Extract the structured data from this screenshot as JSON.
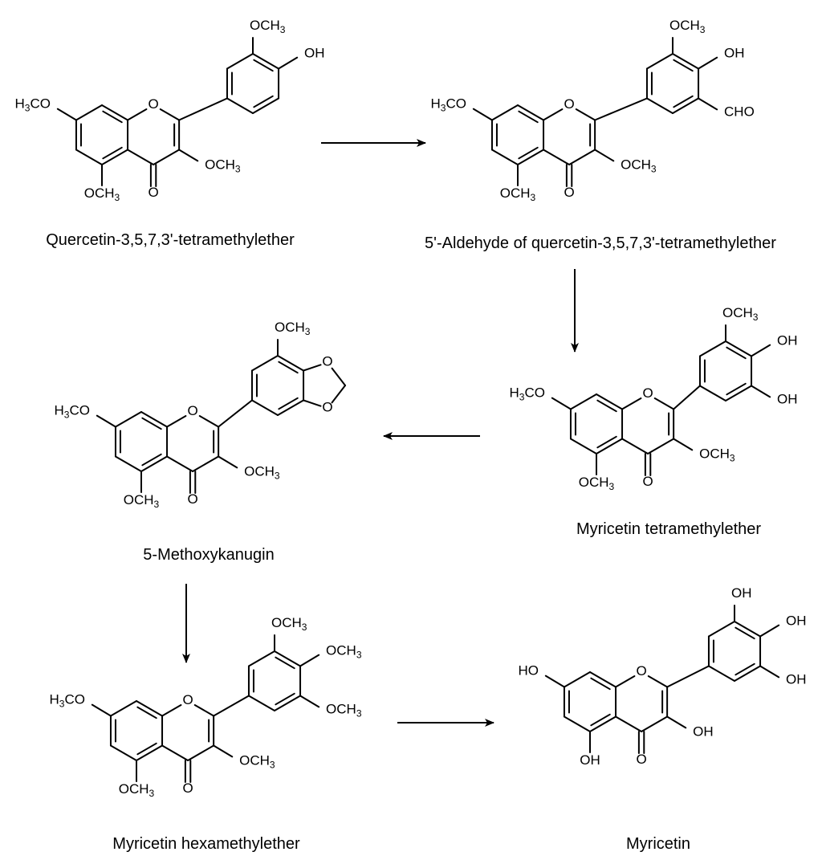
{
  "compounds": [
    {
      "name": "Quercetin-3,5,7,3'-tetramethylether",
      "atom_labels": [
        "H3CO",
        "OCH3",
        "OCH3",
        "O",
        "O",
        "OCH3",
        "OH"
      ]
    },
    {
      "name": "5'-Aldehyde of quercetin-3,5,7,3'-tetramethylether",
      "atom_labels": [
        "H3CO",
        "OCH3",
        "OCH3",
        "O",
        "O",
        "OCH3",
        "OH",
        "CHO"
      ]
    },
    {
      "name": "Myricetin tetramethylether",
      "atom_labels": [
        "H3CO",
        "OCH3",
        "OCH3",
        "O",
        "O",
        "OCH3",
        "OH",
        "OH"
      ]
    },
    {
      "name": "5-Methoxykanugin",
      "atom_labels": [
        "H3CO",
        "OCH3",
        "OCH3",
        "O",
        "O",
        "OCH3",
        "O",
        "O"
      ]
    },
    {
      "name": "Myricetin hexamethylether",
      "atom_labels": [
        "H3CO",
        "OCH3",
        "OCH3",
        "O",
        "O",
        "OCH3",
        "OCH3",
        "OCH3"
      ]
    },
    {
      "name": "Myricetin",
      "atom_labels": [
        "HO",
        "OH",
        "OH",
        "O",
        "O",
        "OH",
        "OH",
        "OH"
      ]
    }
  ],
  "reaction_steps": [
    {
      "from": "Quercetin-3,5,7,3'-tetramethylether",
      "to": "5'-Aldehyde of quercetin-3,5,7,3'-tetramethylether",
      "direction": "right"
    },
    {
      "from": "5'-Aldehyde of quercetin-3,5,7,3'-tetramethylether",
      "to": "Myricetin tetramethylether",
      "direction": "down"
    },
    {
      "from": "Myricetin tetramethylether",
      "to": "5-Methoxykanugin",
      "direction": "left"
    },
    {
      "from": "5-Methoxykanugin",
      "to": "Myricetin hexamethylether",
      "direction": "down"
    },
    {
      "from": "Myricetin hexamethylether",
      "to": "Myricetin",
      "direction": "right"
    }
  ]
}
